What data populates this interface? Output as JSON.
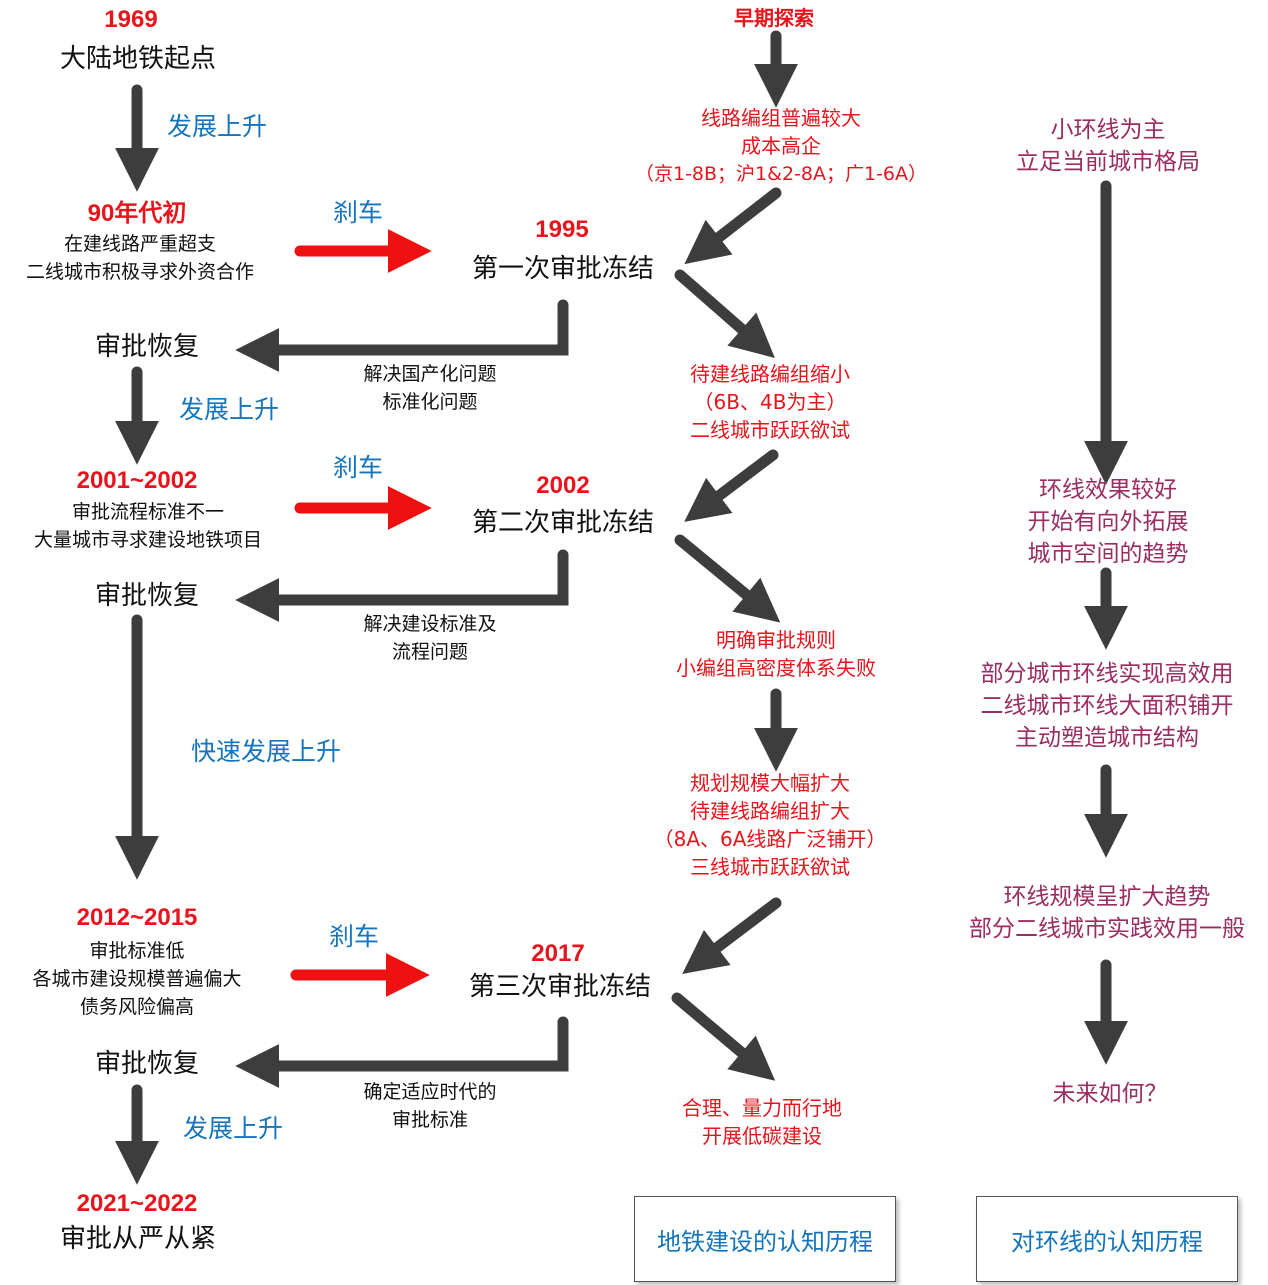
{
  "colors": {
    "milestone_year": "#e8141c",
    "phase_label": "#1474bc",
    "subway_cognition": "#e8141c",
    "loop_cognition": "#9a2d62",
    "arrow_dark": "#3d3d3d",
    "arrow_brake": "#ee1111"
  },
  "timeline": {
    "start": {
      "year": "1969",
      "title": "大陆地铁起点"
    },
    "phase1": {
      "label": "发展上升"
    },
    "early90s": {
      "year": "90年代初",
      "lines": [
        "在建线路严重超支",
        "二线城市积极寻求外资合作"
      ]
    },
    "brake1": {
      "label": "刹车"
    },
    "freeze1": {
      "year": "1995",
      "title": "第一次审批冻结"
    },
    "resume1": {
      "title": "审批恢复",
      "reason": [
        "解决国产化问题",
        "标准化问题"
      ]
    },
    "phase2": {
      "label": "发展上升"
    },
    "y2001": {
      "year": "2001~2002",
      "lines": [
        "审批流程标准不一",
        "大量城市寻求建设地铁项目"
      ]
    },
    "brake2": {
      "label": "刹车"
    },
    "freeze2": {
      "year": "2002",
      "title": "第二次审批冻结"
    },
    "resume2": {
      "title": "审批恢复",
      "reason": [
        "解决建设标准及",
        "流程问题"
      ]
    },
    "phase3": {
      "label": "快速发展上升"
    },
    "y2012": {
      "year": "2012~2015",
      "lines": [
        "审批标准低",
        "各城市建设规模普遍偏大",
        "债务风险偏高"
      ]
    },
    "brake3": {
      "label": "刹车"
    },
    "freeze3": {
      "year": "2017",
      "title": "第三次审批冻结"
    },
    "resume3": {
      "title": "审批恢复",
      "reason": [
        "确定适应时代的",
        "审批标准"
      ]
    },
    "phase4": {
      "label": "发展上升"
    },
    "end": {
      "year": "2021~2022",
      "title": "审批从严从紧"
    }
  },
  "subway_cognition": {
    "title": "地铁建设的认知历程",
    "steps": [
      {
        "lines": [
          "早期探索"
        ]
      },
      {
        "lines": [
          "线路编组普遍较大",
          "成本高企",
          "（京1-8B；沪1&2-8A；广1-6A）"
        ]
      },
      {
        "lines": [
          "待建线路编组缩小",
          "（6B、4B为主）",
          "二线城市跃跃欲试"
        ]
      },
      {
        "lines": [
          "明确审批规则",
          "小编组高密度体系失败"
        ]
      },
      {
        "lines": [
          "规划规模大幅扩大",
          "待建线路编组扩大",
          "（8A、6A线路广泛铺开）",
          "三线城市跃跃欲试"
        ]
      },
      {
        "lines": [
          "合理、量力而行地",
          "开展低碳建设"
        ]
      }
    ]
  },
  "loop_cognition": {
    "title": "对环线的认知历程",
    "steps": [
      {
        "lines": [
          "小环线为主",
          "立足当前城市格局"
        ]
      },
      {
        "lines": [
          "环线效果较好",
          "开始有向外拓展",
          "城市空间的趋势"
        ]
      },
      {
        "lines": [
          "部分城市环线实现高效用",
          "二线城市环线大面积铺开",
          "主动塑造城市结构"
        ]
      },
      {
        "lines": [
          "环线规模呈扩大趋势",
          "部分二线城市实践效用一般"
        ]
      },
      {
        "lines": [
          "未来如何？"
        ]
      }
    ]
  }
}
